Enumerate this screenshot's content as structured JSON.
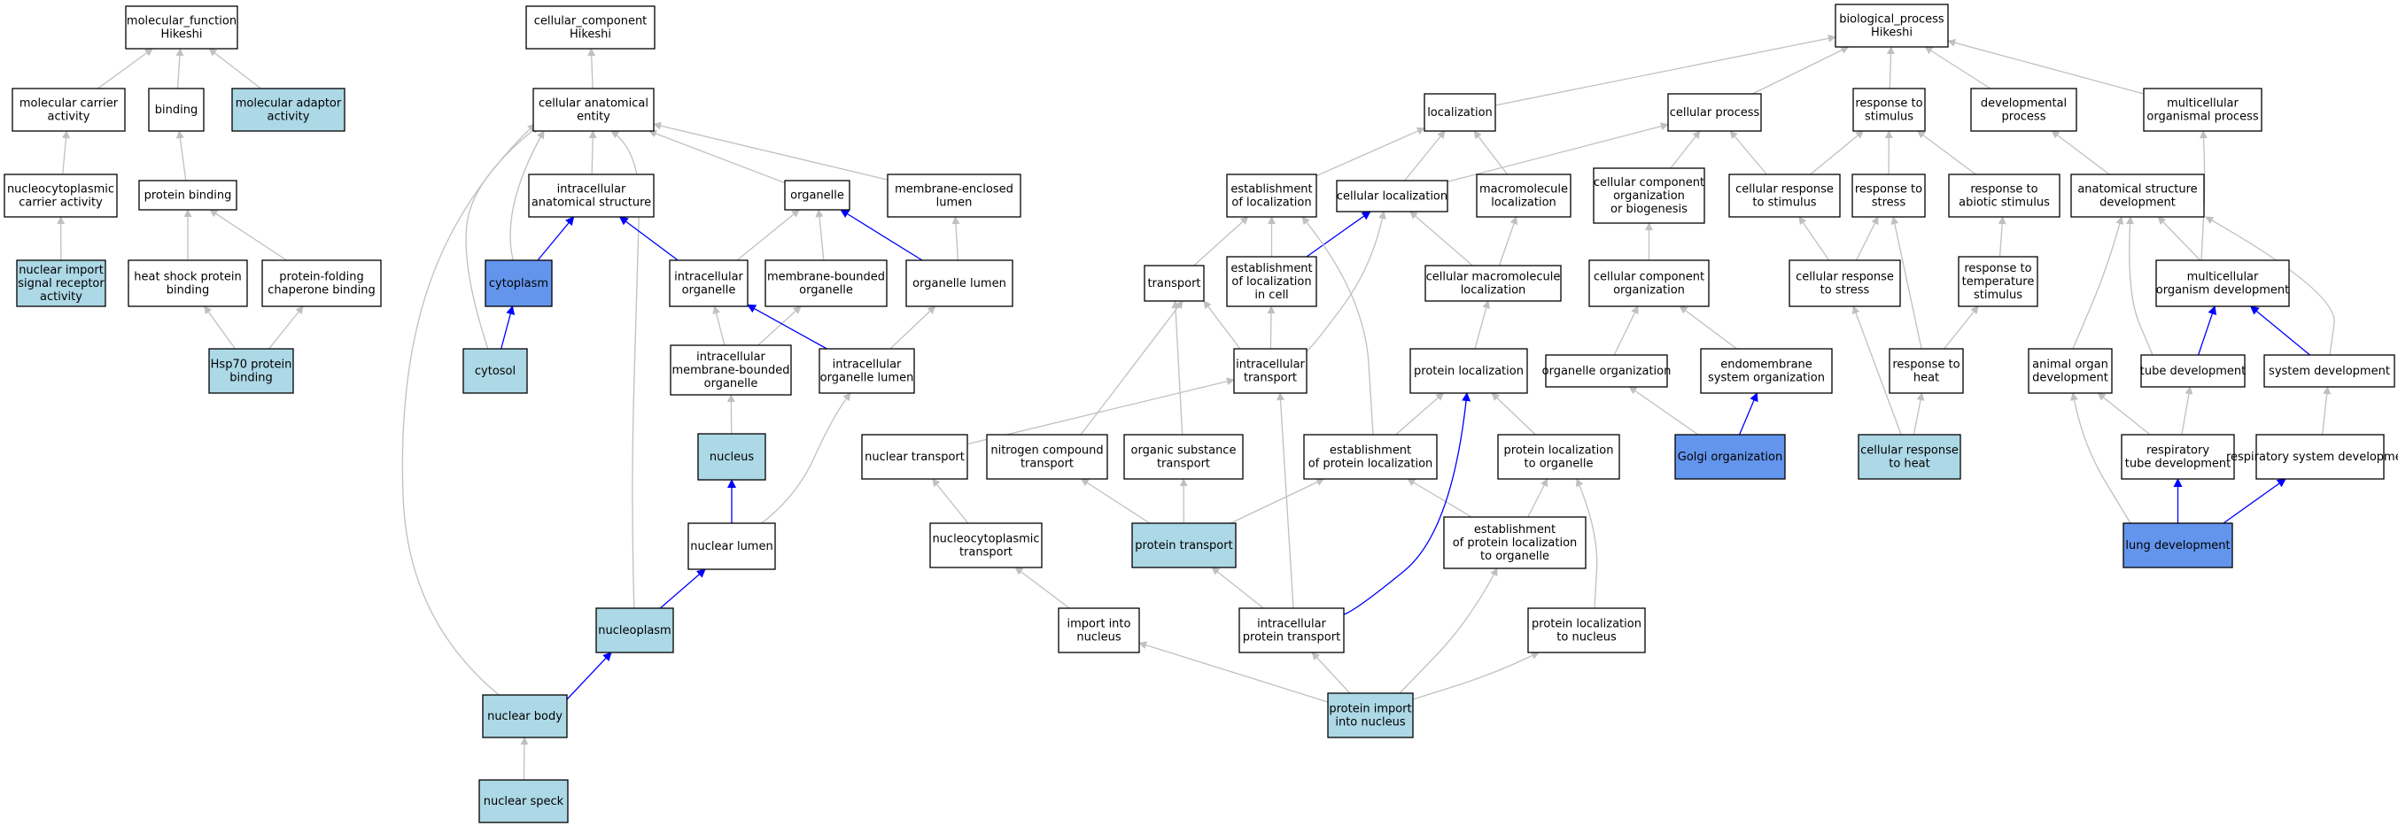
{
  "colors": {
    "default_fill": "#ffffff",
    "light_blue": "#add8e6",
    "dark_blue": "#6495ed",
    "gray_edge": "#c0c0c0",
    "blue_edge": "#0000ff"
  },
  "nodes": [
    {
      "id": "mf",
      "lines": [
        "molecular_function",
        "Hikeshi"
      ],
      "fill": "default"
    },
    {
      "id": "mca",
      "lines": [
        "molecular carrier",
        "activity"
      ],
      "fill": "default"
    },
    {
      "id": "binding",
      "lines": [
        "binding"
      ],
      "fill": "default"
    },
    {
      "id": "mad",
      "lines": [
        "molecular adaptor",
        "activity"
      ],
      "fill": "light"
    },
    {
      "id": "ncca",
      "lines": [
        "nucleocytoplasmic",
        "carrier activity"
      ],
      "fill": "default"
    },
    {
      "id": "pb",
      "lines": [
        "protein binding"
      ],
      "fill": "default"
    },
    {
      "id": "nisra",
      "lines": [
        "nuclear import",
        "signal receptor",
        "activity"
      ],
      "fill": "light"
    },
    {
      "id": "hspb",
      "lines": [
        "heat shock protein",
        "binding"
      ],
      "fill": "default"
    },
    {
      "id": "pfcb",
      "lines": [
        "protein-folding",
        "chaperone binding"
      ],
      "fill": "default"
    },
    {
      "id": "hsp70",
      "lines": [
        "Hsp70 protein",
        "binding"
      ],
      "fill": "light"
    },
    {
      "id": "cc",
      "lines": [
        "cellular_component",
        "Hikeshi"
      ],
      "fill": "default"
    },
    {
      "id": "cae",
      "lines": [
        "cellular anatomical",
        "entity"
      ],
      "fill": "default"
    },
    {
      "id": "ias",
      "lines": [
        "intracellular",
        "anatomical structure"
      ],
      "fill": "default"
    },
    {
      "id": "organelle",
      "lines": [
        "organelle"
      ],
      "fill": "default"
    },
    {
      "id": "mel",
      "lines": [
        "membrane-enclosed",
        "lumen"
      ],
      "fill": "default"
    },
    {
      "id": "cytoplasm",
      "lines": [
        "cytoplasm"
      ],
      "fill": "dark"
    },
    {
      "id": "io",
      "lines": [
        "intracellular",
        "organelle"
      ],
      "fill": "default"
    },
    {
      "id": "mbo",
      "lines": [
        "membrane-bounded",
        "organelle"
      ],
      "fill": "default"
    },
    {
      "id": "ol",
      "lines": [
        "organelle lumen"
      ],
      "fill": "default"
    },
    {
      "id": "cytosol",
      "lines": [
        "cytosol"
      ],
      "fill": "light"
    },
    {
      "id": "imbo",
      "lines": [
        "intracellular",
        "membrane-bounded",
        "organelle"
      ],
      "fill": "default"
    },
    {
      "id": "iol",
      "lines": [
        "intracellular",
        "organelle lumen"
      ],
      "fill": "default"
    },
    {
      "id": "nucleus",
      "lines": [
        "nucleus"
      ],
      "fill": "light"
    },
    {
      "id": "nlumen",
      "lines": [
        "nuclear lumen"
      ],
      "fill": "default"
    },
    {
      "id": "nucleoplasm",
      "lines": [
        "nucleoplasm"
      ],
      "fill": "light"
    },
    {
      "id": "nbody",
      "lines": [
        "nuclear body"
      ],
      "fill": "light"
    },
    {
      "id": "nspeck",
      "lines": [
        "nuclear speck"
      ],
      "fill": "light"
    },
    {
      "id": "bp",
      "lines": [
        "biological_process",
        "Hikeshi"
      ],
      "fill": "default"
    },
    {
      "id": "loc",
      "lines": [
        "localization"
      ],
      "fill": "default"
    },
    {
      "id": "cp",
      "lines": [
        "cellular process"
      ],
      "fill": "default"
    },
    {
      "id": "rts",
      "lines": [
        "response to",
        "stimulus"
      ],
      "fill": "default"
    },
    {
      "id": "devp",
      "lines": [
        "developmental",
        "process"
      ],
      "fill": "default"
    },
    {
      "id": "mop",
      "lines": [
        "multicellular",
        "organismal process"
      ],
      "fill": "default"
    },
    {
      "id": "eol",
      "lines": [
        "establishment",
        "of localization"
      ],
      "fill": "default"
    },
    {
      "id": "cl",
      "lines": [
        "cellular localization"
      ],
      "fill": "default"
    },
    {
      "id": "ml",
      "lines": [
        "macromolecule",
        "localization"
      ],
      "fill": "default"
    },
    {
      "id": "ccob",
      "lines": [
        "cellular component",
        "organization",
        "or biogenesis"
      ],
      "fill": "default"
    },
    {
      "id": "crs",
      "lines": [
        "cellular response",
        "to stimulus"
      ],
      "fill": "default"
    },
    {
      "id": "rtstress",
      "lines": [
        "response to",
        "stress"
      ],
      "fill": "default"
    },
    {
      "id": "rtas",
      "lines": [
        "response to",
        "abiotic stimulus"
      ],
      "fill": "default"
    },
    {
      "id": "asd",
      "lines": [
        "anatomical structure",
        "development"
      ],
      "fill": "default"
    },
    {
      "id": "transport",
      "lines": [
        "transport"
      ],
      "fill": "default"
    },
    {
      "id": "eolic",
      "lines": [
        "establishment",
        "of localization",
        "in cell"
      ],
      "fill": "default"
    },
    {
      "id": "cml",
      "lines": [
        "cellular macromolecule",
        "localization"
      ],
      "fill": "default"
    },
    {
      "id": "cco",
      "lines": [
        "cellular component",
        "organization"
      ],
      "fill": "default"
    },
    {
      "id": "crstress",
      "lines": [
        "cellular response",
        "to stress"
      ],
      "fill": "default"
    },
    {
      "id": "rtts",
      "lines": [
        "response to",
        "temperature",
        "stimulus"
      ],
      "fill": "default"
    },
    {
      "id": "mod",
      "lines": [
        "multicellular",
        "organism development"
      ],
      "fill": "default"
    },
    {
      "id": "it",
      "lines": [
        "intracellular",
        "transport"
      ],
      "fill": "default"
    },
    {
      "id": "pl",
      "lines": [
        "protein localization"
      ],
      "fill": "default"
    },
    {
      "id": "oo",
      "lines": [
        "organelle organization"
      ],
      "fill": "default"
    },
    {
      "id": "eso",
      "lines": [
        "endomembrane",
        "system organization"
      ],
      "fill": "default"
    },
    {
      "id": "rth",
      "lines": [
        "response to",
        "heat"
      ],
      "fill": "default"
    },
    {
      "id": "aod",
      "lines": [
        "animal organ",
        "development"
      ],
      "fill": "default"
    },
    {
      "id": "td",
      "lines": [
        "tube development"
      ],
      "fill": "default"
    },
    {
      "id": "sd",
      "lines": [
        "system development"
      ],
      "fill": "default"
    },
    {
      "id": "nt",
      "lines": [
        "nuclear transport"
      ],
      "fill": "default"
    },
    {
      "id": "nct",
      "lines": [
        "nitrogen compound",
        "transport"
      ],
      "fill": "default"
    },
    {
      "id": "ost",
      "lines": [
        "organic substance",
        "transport"
      ],
      "fill": "default"
    },
    {
      "id": "epl",
      "lines": [
        "establishment",
        "of protein localization"
      ],
      "fill": "default"
    },
    {
      "id": "plto",
      "lines": [
        "protein localization",
        "to organelle"
      ],
      "fill": "default"
    },
    {
      "id": "golgi",
      "lines": [
        "Golgi organization"
      ],
      "fill": "dark"
    },
    {
      "id": "crh",
      "lines": [
        "cellular response",
        "to heat"
      ],
      "fill": "light"
    },
    {
      "id": "rtd",
      "lines": [
        "respiratory",
        "tube development"
      ],
      "fill": "default"
    },
    {
      "id": "rsd",
      "lines": [
        "respiratory system development"
      ],
      "fill": "default"
    },
    {
      "id": "nctrans",
      "lines": [
        "nucleocytoplasmic",
        "transport"
      ],
      "fill": "default"
    },
    {
      "id": "ptrans",
      "lines": [
        "protein transport"
      ],
      "fill": "light"
    },
    {
      "id": "eplto",
      "lines": [
        "establishment",
        "of protein localization",
        "to organelle"
      ],
      "fill": "default"
    },
    {
      "id": "ld",
      "lines": [
        "lung development"
      ],
      "fill": "dark"
    },
    {
      "id": "iin",
      "lines": [
        "import into",
        "nucleus"
      ],
      "fill": "default"
    },
    {
      "id": "ipt",
      "lines": [
        "intracellular",
        "protein transport"
      ],
      "fill": "default"
    },
    {
      "id": "pltn",
      "lines": [
        "protein localization",
        "to nucleus"
      ],
      "fill": "default"
    },
    {
      "id": "piin",
      "lines": [
        "protein import",
        "into nucleus"
      ],
      "fill": "light"
    }
  ],
  "edges": [
    [
      "mca",
      "mf",
      "gray"
    ],
    [
      "binding",
      "mf",
      "gray"
    ],
    [
      "mad",
      "mf",
      "gray"
    ],
    [
      "ncca",
      "mca",
      "gray"
    ],
    [
      "pb",
      "binding",
      "gray"
    ],
    [
      "nisra",
      "ncca",
      "gray"
    ],
    [
      "hspb",
      "pb",
      "gray"
    ],
    [
      "pfcb",
      "pb",
      "gray"
    ],
    [
      "hsp70",
      "hspb",
      "gray"
    ],
    [
      "hsp70",
      "pfcb",
      "gray"
    ],
    [
      "cae",
      "cc",
      "gray"
    ],
    [
      "ias",
      "cae",
      "gray"
    ],
    [
      "organelle",
      "cae",
      "gray"
    ],
    [
      "mel",
      "cae",
      "gray"
    ],
    [
      "cytoplasm",
      "cae",
      "gray"
    ],
    [
      "cytosol",
      "cae",
      "gray"
    ],
    [
      "nucleoplasm",
      "cae",
      "gray"
    ],
    [
      "nbody",
      "cae",
      "gray"
    ],
    [
      "cytoplasm",
      "ias",
      "blue"
    ],
    [
      "cytosol",
      "cytoplasm",
      "blue"
    ],
    [
      "io",
      "ias",
      "blue"
    ],
    [
      "io",
      "organelle",
      "gray"
    ],
    [
      "mbo",
      "organelle",
      "gray"
    ],
    [
      "ol",
      "organelle",
      "blue"
    ],
    [
      "ol",
      "mel",
      "gray"
    ],
    [
      "imbo",
      "io",
      "gray"
    ],
    [
      "imbo",
      "mbo",
      "gray"
    ],
    [
      "iol",
      "io",
      "blue"
    ],
    [
      "iol",
      "ol",
      "gray"
    ],
    [
      "nucleus",
      "imbo",
      "gray"
    ],
    [
      "nlumen",
      "nucleus",
      "blue"
    ],
    [
      "nlumen",
      "iol",
      "gray"
    ],
    [
      "nucleoplasm",
      "nlumen",
      "blue"
    ],
    [
      "nbody",
      "nucleoplasm",
      "blue"
    ],
    [
      "nspeck",
      "nbody",
      "gray"
    ],
    [
      "loc",
      "bp",
      "gray"
    ],
    [
      "cp",
      "bp",
      "gray"
    ],
    [
      "rts",
      "bp",
      "gray"
    ],
    [
      "devp",
      "bp",
      "gray"
    ],
    [
      "mop",
      "bp",
      "gray"
    ],
    [
      "eol",
      "loc",
      "gray"
    ],
    [
      "cl",
      "loc",
      "gray"
    ],
    [
      "cl",
      "cp",
      "gray"
    ],
    [
      "ml",
      "loc",
      "gray"
    ],
    [
      "ccob",
      "cp",
      "gray"
    ],
    [
      "crs",
      "cp",
      "gray"
    ],
    [
      "crs",
      "rts",
      "gray"
    ],
    [
      "rtstress",
      "rts",
      "gray"
    ],
    [
      "rtas",
      "rts",
      "gray"
    ],
    [
      "asd",
      "devp",
      "gray"
    ],
    [
      "transport",
      "eol",
      "gray"
    ],
    [
      "eolic",
      "eol",
      "gray"
    ],
    [
      "eolic",
      "cl",
      "blue"
    ],
    [
      "cml",
      "cl",
      "gray"
    ],
    [
      "cml",
      "ml",
      "gray"
    ],
    [
      "cco",
      "ccob",
      "gray"
    ],
    [
      "crstress",
      "crs",
      "gray"
    ],
    [
      "crstress",
      "rtstress",
      "gray"
    ],
    [
      "rtts",
      "rtas",
      "gray"
    ],
    [
      "mod",
      "mop",
      "gray"
    ],
    [
      "mod",
      "asd",
      "gray"
    ],
    [
      "it",
      "transport",
      "gray"
    ],
    [
      "it",
      "eolic",
      "gray"
    ],
    [
      "it",
      "cl",
      "gray"
    ],
    [
      "pl",
      "cml",
      "gray"
    ],
    [
      "oo",
      "cco",
      "gray"
    ],
    [
      "eso",
      "cco",
      "gray"
    ],
    [
      "rth",
      "rtstress",
      "gray"
    ],
    [
      "rth",
      "rtts",
      "gray"
    ],
    [
      "aod",
      "asd",
      "gray"
    ],
    [
      "td",
      "asd",
      "gray"
    ],
    [
      "td",
      "mod",
      "blue"
    ],
    [
      "sd",
      "mod",
      "blue"
    ],
    [
      "sd",
      "asd",
      "gray"
    ],
    [
      "nt",
      "it",
      "gray"
    ],
    [
      "nct",
      "transport",
      "gray"
    ],
    [
      "ost",
      "transport",
      "gray"
    ],
    [
      "epl",
      "pl",
      "gray"
    ],
    [
      "epl",
      "eol",
      "gray"
    ],
    [
      "plto",
      "pl",
      "gray"
    ],
    [
      "golgi",
      "oo",
      "gray"
    ],
    [
      "golgi",
      "eso",
      "blue"
    ],
    [
      "crh",
      "crstress",
      "gray"
    ],
    [
      "crh",
      "rth",
      "gray"
    ],
    [
      "rtd",
      "td",
      "gray"
    ],
    [
      "rtd",
      "aod",
      "gray"
    ],
    [
      "rsd",
      "sd",
      "gray"
    ],
    [
      "nctrans",
      "nt",
      "gray"
    ],
    [
      "ptrans",
      "nct",
      "gray"
    ],
    [
      "ptrans",
      "ost",
      "gray"
    ],
    [
      "ptrans",
      "epl",
      "gray"
    ],
    [
      "eplto",
      "epl",
      "gray"
    ],
    [
      "eplto",
      "plto",
      "gray"
    ],
    [
      "ld",
      "rtd",
      "blue"
    ],
    [
      "ld",
      "rsd",
      "blue"
    ],
    [
      "ld",
      "aod",
      "gray"
    ],
    [
      "iin",
      "nctrans",
      "gray"
    ],
    [
      "ipt",
      "ptrans",
      "gray"
    ],
    [
      "ipt",
      "it",
      "gray"
    ],
    [
      "ipt",
      "pl",
      "blue"
    ],
    [
      "pltn",
      "plto",
      "gray"
    ],
    [
      "piin",
      "iin",
      "gray"
    ],
    [
      "piin",
      "ipt",
      "gray"
    ],
    [
      "piin",
      "eplto",
      "gray"
    ],
    [
      "piin",
      "pltn",
      "gray"
    ]
  ]
}
